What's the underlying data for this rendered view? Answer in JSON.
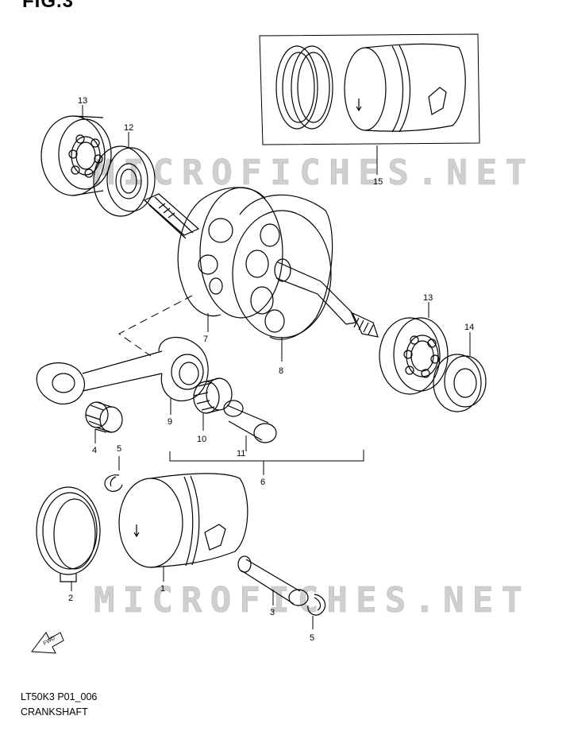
{
  "figure_title": "FIG.3",
  "watermark_text": "MICROFICHES.NET",
  "model_code": "LT50K3 P01_006",
  "section_name": "CRANKSHAFT",
  "fwd_label": "FWD",
  "callouts": {
    "c1": "1",
    "c2": "2",
    "c3": "3",
    "c4": "4",
    "c5a": "5",
    "c5b": "5",
    "c6": "6",
    "c7": "7",
    "c8": "8",
    "c9": "9",
    "c10": "10",
    "c11": "11",
    "c12": "12",
    "c13a": "13",
    "c13b": "13",
    "c14": "14",
    "c15": "15"
  },
  "colors": {
    "line": "#000000",
    "watermark": "#c8c8c8",
    "background": "#ffffff"
  }
}
